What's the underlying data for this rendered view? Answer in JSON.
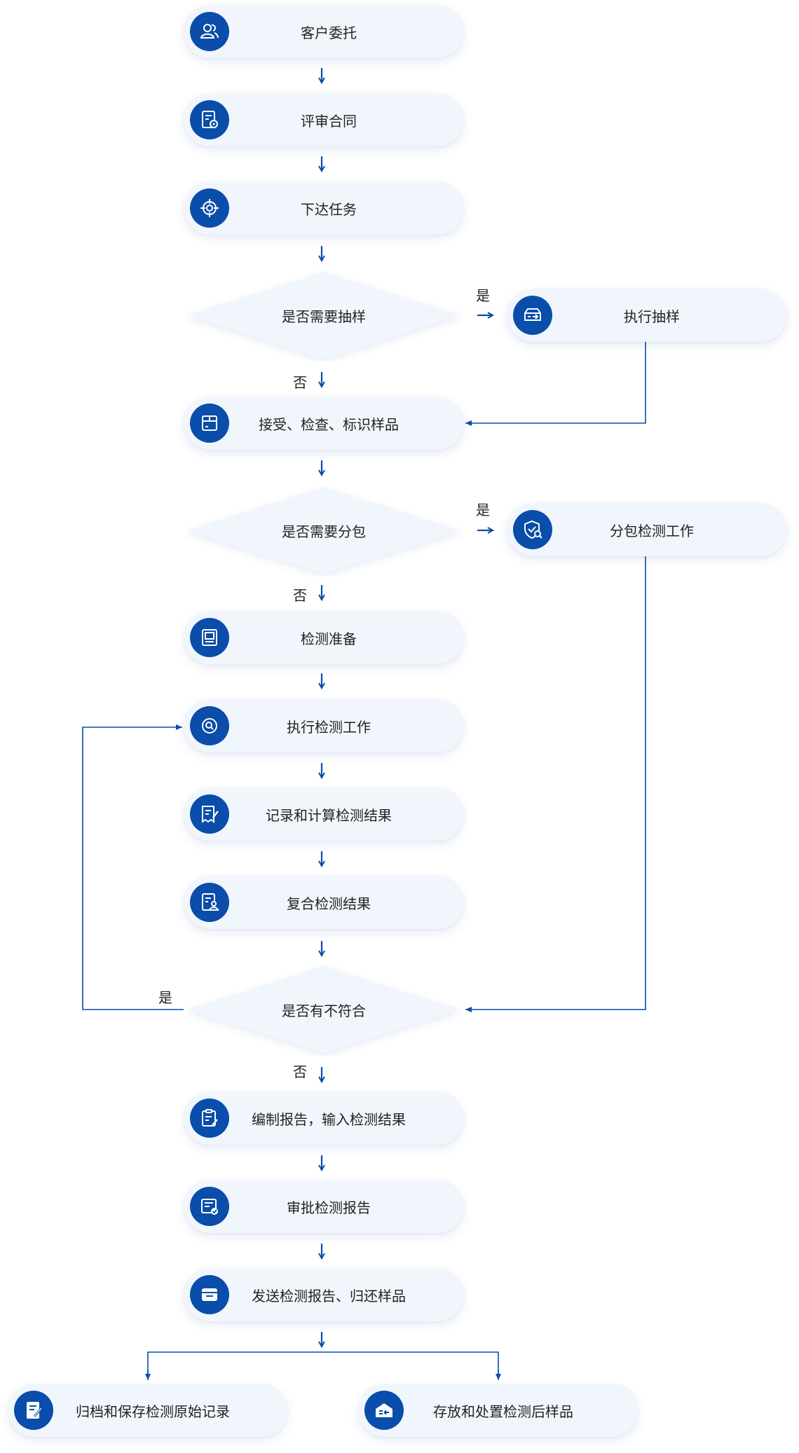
{
  "steps": {
    "s1": "客户委托",
    "s2": "评审合同",
    "s3": "下达任务",
    "d1": "是否需要抽样",
    "sampling": "执行抽样",
    "s4": "接受、检查、标识样品",
    "d2": "是否需要分包",
    "subcontract": "分包检测工作",
    "s5": "检测准备",
    "s6": "执行检测工作",
    "s7": "记录和计算检测结果",
    "s8": "复合检测结果",
    "d3": "是否有不符合",
    "s9": "编制报告，输入检测结果",
    "s10": "审批检测报告",
    "s11": "发送检测报告、归还样品",
    "end1": "归档和保存检测原始记录",
    "end2": "存放和处置检测后样品"
  },
  "labels": {
    "yes": "是",
    "no": "否"
  },
  "icons": {
    "s1": "users-icon",
    "s2": "contract-review-icon",
    "s3": "target-icon",
    "sampling": "sampling-truck-icon",
    "s4": "package-icon",
    "subcontract": "shield-search-icon",
    "s5": "monitor-icon",
    "s6": "search-icon",
    "s7": "record-edit-icon",
    "s8": "document-user-icon",
    "s9": "clipboard-edit-icon",
    "s10": "approval-card-icon",
    "s11": "send-box-icon",
    "end1": "archive-pen-icon",
    "end2": "storage-house-icon"
  },
  "colors": {
    "primary": "#0a4daa",
    "node_bg": "#f1f6fd",
    "text": "#222222"
  }
}
